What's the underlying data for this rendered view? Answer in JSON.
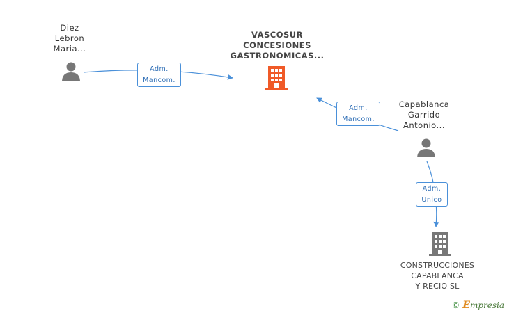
{
  "nodes": {
    "person_diez": {
      "lines": [
        "Diez",
        "Lebron",
        "Maria..."
      ]
    },
    "company_vascosur": {
      "lines": [
        "VASCOSUR",
        "CONCESIONES",
        "GASTRONOMICAS..."
      ]
    },
    "person_capablanca": {
      "lines": [
        "Capablanca",
        "Garrido",
        "Antonio..."
      ]
    },
    "company_construcciones": {
      "lines": [
        "CONSTRUCCIONES",
        "CAPABLANCA",
        "Y RECIO SL"
      ]
    }
  },
  "edges": [
    {
      "from": "person_diez",
      "to": "company_vascosur",
      "role": [
        "Adm.",
        "Mancom."
      ]
    },
    {
      "from": "person_capablanca",
      "to": "company_vascosur",
      "role": [
        "Adm.",
        "Mancom."
      ]
    },
    {
      "from": "person_capablanca",
      "to": "company_construcciones",
      "role": [
        "Adm.",
        "Unico"
      ]
    }
  ],
  "colors": {
    "edge": "#4a90d9",
    "person_icon": "#777777",
    "main_company_icon": "#f05a28",
    "company_icon": "#777777"
  },
  "icons": {
    "person": "person-icon",
    "company": "building-icon"
  },
  "watermark": {
    "copyright": "©",
    "brand_initial": "E",
    "brand_rest": "mpresia"
  }
}
